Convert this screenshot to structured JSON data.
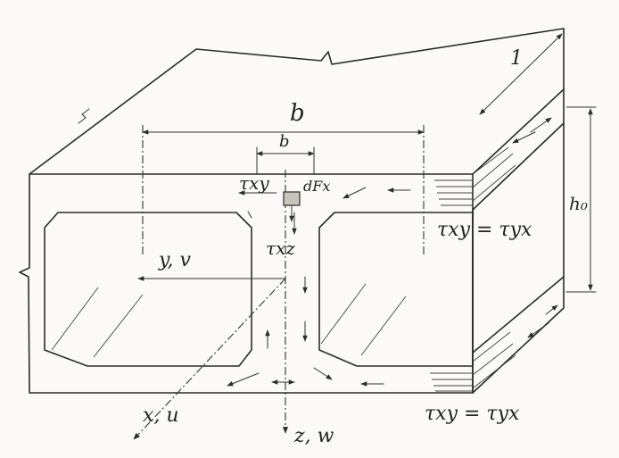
{
  "labels": {
    "width_b": "b",
    "width_b_small": "b",
    "length_1": "1",
    "height_h0": "h₀",
    "axis_y": "y, v",
    "axis_x": "x, u",
    "axis_z": "z, w",
    "tau_xy_top": "τxy",
    "tau_xz": "τxz",
    "dFx": "dFx",
    "tau_eq_top": "τxy = τyx",
    "tau_eq_bottom": "τxy = τyx"
  }
}
